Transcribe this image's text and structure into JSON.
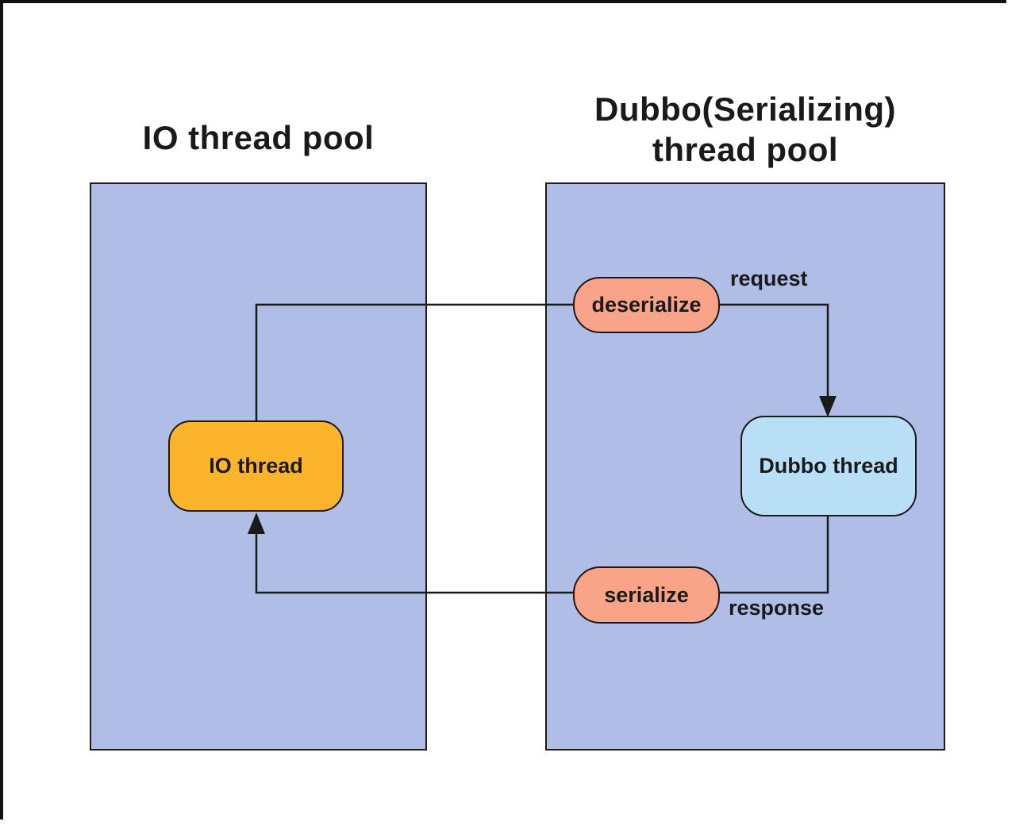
{
  "diagram": {
    "pools": {
      "io": {
        "title": "IO thread pool"
      },
      "dubbo": {
        "title_line1": "Dubbo(Serializing)",
        "title_line2": "thread pool"
      }
    },
    "nodes": {
      "io_thread": {
        "label": "IO thread",
        "fill": "#FBB42C"
      },
      "dubbo_thread": {
        "label": "Dubbo thread",
        "fill": "#B9DFF6"
      },
      "deserialize": {
        "label": "deserialize",
        "fill": "#F9A388"
      },
      "serialize": {
        "label": "serialize",
        "fill": "#F9A388"
      }
    },
    "edges": {
      "request_label": "request",
      "response_label": "response"
    },
    "colors": {
      "pool_fill": "#B0BEE7",
      "line": "#1A1A1A",
      "background": "#FFFFFF",
      "frame": "#121212"
    }
  }
}
